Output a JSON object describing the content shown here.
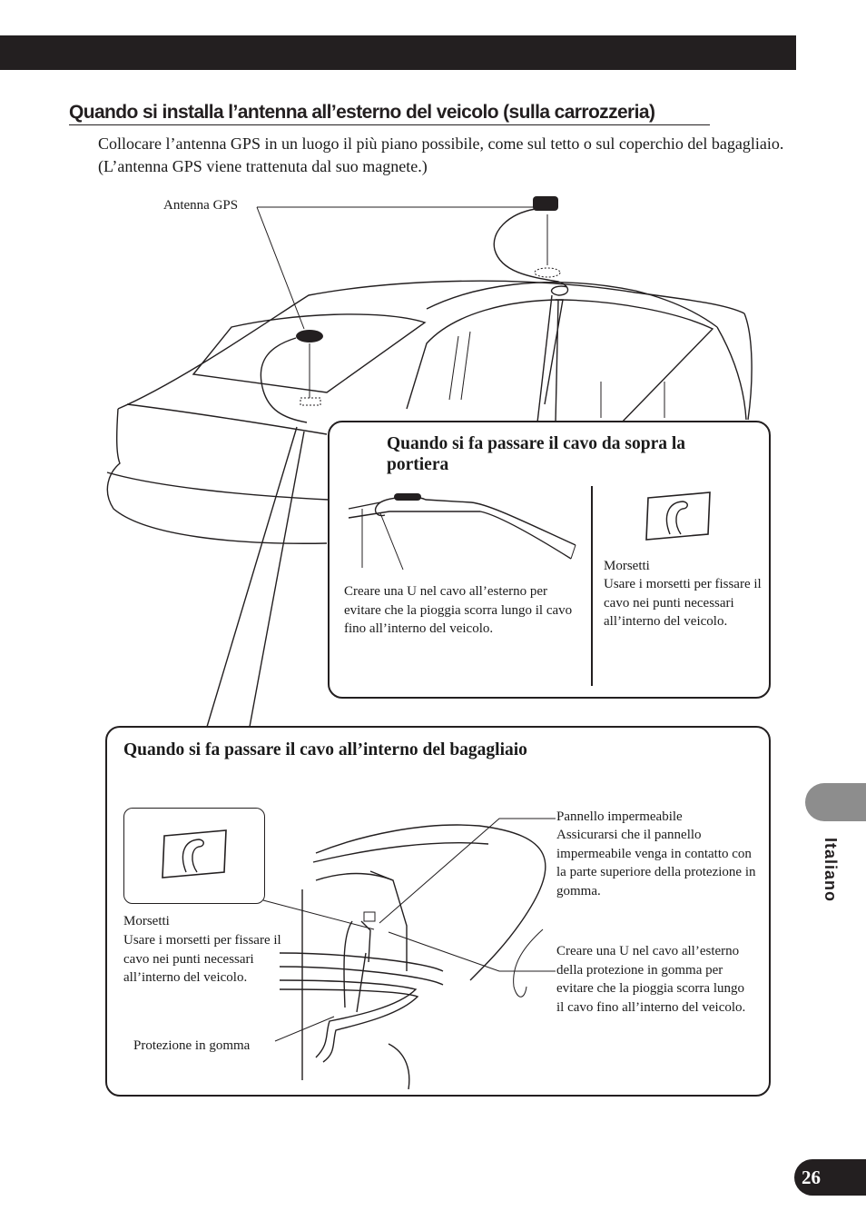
{
  "header": {
    "title": "Quando si installa l’antenna all’esterno del veicolo (sulla carrozzeria)",
    "intro": "Collocare l’antenna GPS in un luogo il più piano possibile, come sul tetto o sul coperchio del bagagliaio. (L’antenna GPS viene trattenuta dal suo magnete.)"
  },
  "car_figure": {
    "antenna_label": "Antenna GPS"
  },
  "door_box": {
    "title": "Quando si fa passare il cavo da sopra la portiera",
    "u_text": "Creare una U nel cavo all’esterno per evitare che la pioggia scorra lungo il cavo fino all’interno del veicolo.",
    "clips_title": "Morsetti",
    "clips_text": "Usare i morsetti per fissare il cavo nei punti necessari all’interno del veicolo."
  },
  "trunk_box": {
    "title": "Quando si fa passare il cavo all’interno del bagagliaio",
    "clips_title": "Morsetti",
    "clips_text": "Usare i morsetti per fissare il cavo nei punti necessari all’interno del veicolo.",
    "rubber_label": "Protezione in gomma",
    "panel_title": "Pannello impermeabile",
    "panel_text": "Assicurarsi che il pannello impermeabile venga in contatto con la parte superiore della protezione in gomma.",
    "u_text": "Creare una U nel cavo all’esterno della protezione in gomma per evitare che la pioggia scorra lungo il cavo fino all’interno del veicolo."
  },
  "side_tab": {
    "language": "Italiano"
  },
  "footer": {
    "page_number": "26"
  }
}
